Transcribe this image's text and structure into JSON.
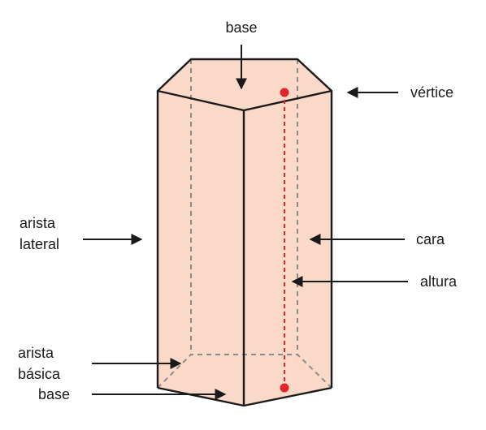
{
  "labels": {
    "base_top": "base",
    "vertice": "vértice",
    "arista_lateral_1": "arista",
    "arista_lateral_2": "lateral",
    "cara": "cara",
    "altura": "altura",
    "arista_basica_1": "arista",
    "arista_basica_2": "básica",
    "base_bottom": "base"
  },
  "colors": {
    "face_fill": "#fbd9c9",
    "edge": "#1a1a1a",
    "hidden_edge": "#8a8a8a",
    "height_line": "#e0262b",
    "text": "#1a1a1a"
  }
}
